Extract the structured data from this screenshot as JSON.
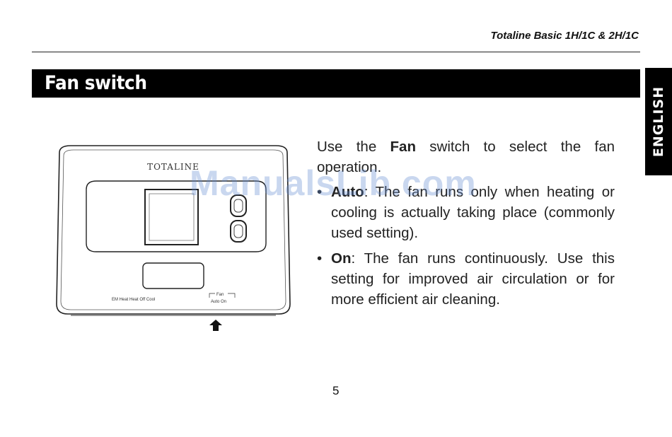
{
  "header": {
    "title": "Totaline Basic 1H/1C & 2H/1C"
  },
  "section": {
    "title": "Fan switch"
  },
  "language_tab": {
    "label": "ENGLISH"
  },
  "intro": {
    "before": "Use the ",
    "bold": "Fan",
    "after": " switch to select the fan operation."
  },
  "bullets": [
    {
      "term": "Auto",
      "text": ": The fan runs only when heating or cooling is actually taking place (commonly used setting)."
    },
    {
      "term": "On",
      "text": ": The fan runs continuously. Use this setting for improved air circulation or for more efficient air cleaning."
    }
  ],
  "thermostat": {
    "brand": "TOTALINE",
    "mode_labels": "EM Heat  Heat  Off  Cool",
    "fan_label": "Fan",
    "fan_options": "Auto  On"
  },
  "watermark": "ManualsLib.com",
  "page_number": "5"
}
